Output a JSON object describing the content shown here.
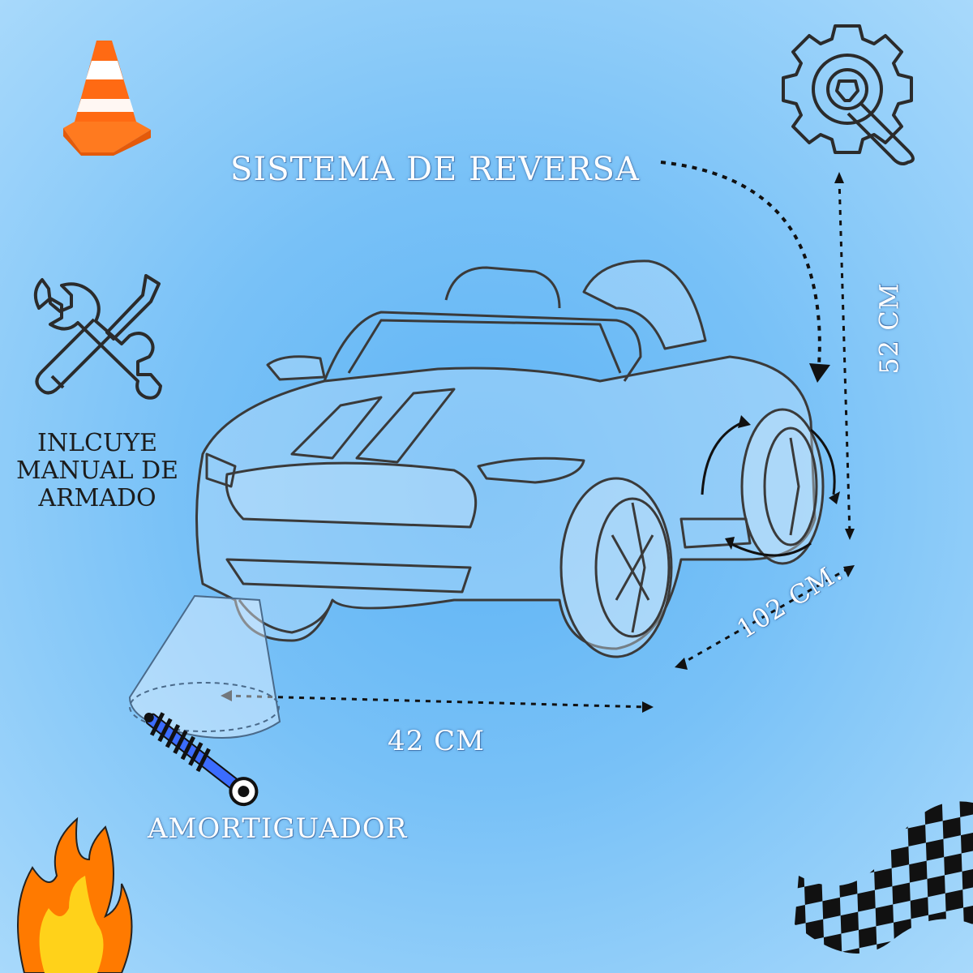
{
  "labels": {
    "reverse_system": "SISTEMA DE REVERSA",
    "height": "52 CM",
    "length": "102 CM.",
    "width": "42 CM",
    "shock": "AMORTIGUADOR",
    "manual_line1": "INLCUYE",
    "manual_line2": "MANUAL DE",
    "manual_line3": "ARMADO"
  },
  "icons": {
    "cone": "traffic-cone-icon",
    "gear": "gear-wrench-icon",
    "tools": "wrench-screwdriver-icon",
    "shock": "shock-absorber-icon",
    "flame": "flame-icon",
    "flag": "checkered-flag-icon",
    "car": "ride-on-car-illustration"
  },
  "colors": {
    "background": "#78c1f7",
    "cone_orange": "#ff6a13",
    "flame_orange": "#ff7a00",
    "flame_yellow": "#ffd21a",
    "line_dark": "#1c1c1c"
  }
}
